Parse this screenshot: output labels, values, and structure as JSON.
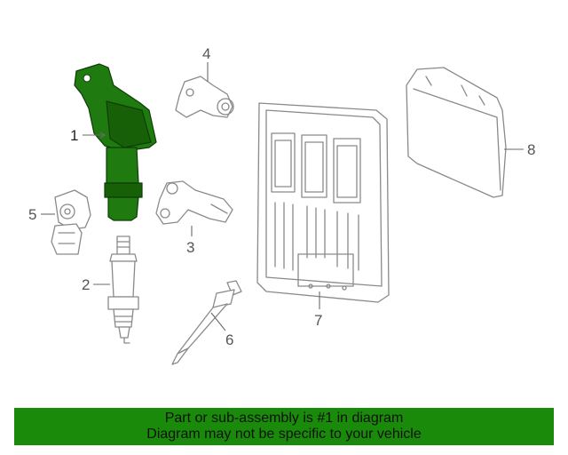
{
  "callouts": {
    "c1": "1",
    "c2": "2",
    "c3": "3",
    "c4": "4",
    "c5": "5",
    "c6": "6",
    "c7": "7",
    "c8": "8"
  },
  "banner": {
    "line1": "Part or sub-assembly is #1 in diagram",
    "line2": "Diagram may not be specific to your vehicle"
  },
  "colors": {
    "highlight": "#1f7a0f",
    "banner": "#1a8a0a",
    "line_art": "#8a8a8a"
  }
}
